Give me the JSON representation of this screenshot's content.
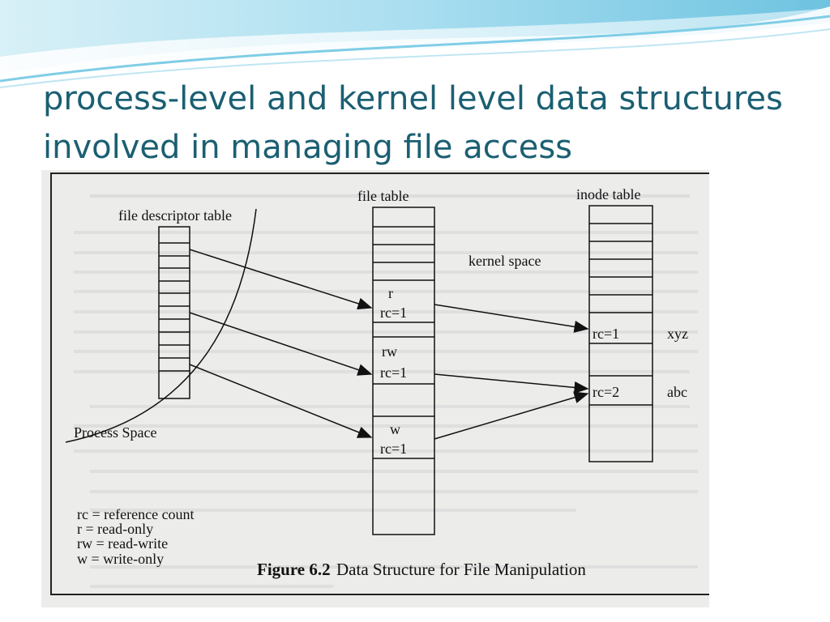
{
  "slide": {
    "title": "process-level and kernel level data structures involved in managing file access"
  },
  "figure": {
    "caption_label": "Figure 6.2",
    "caption_text": "Data Structure for File Manipulation",
    "labels": {
      "fd_table": "file descriptor table",
      "file_table": "file table",
      "inode_table": "inode table",
      "kernel_space": "kernel space",
      "process_space": "Process Space"
    },
    "file_entries": [
      {
        "mode": "r",
        "rc": "rc=1"
      },
      {
        "mode": "rw",
        "rc": "rc=1"
      },
      {
        "mode": "w",
        "rc": "rc=1"
      }
    ],
    "inode_entries": [
      {
        "rc": "rc=1",
        "name": "xyz"
      },
      {
        "rc": "rc=2",
        "name": "abc"
      }
    ],
    "legend": [
      "rc = reference count",
      "r = read-only",
      "rw = read-write",
      "w = write-only"
    ]
  },
  "colors": {
    "title": "#1b5f72",
    "swoosh_light": "#bfe6f2",
    "swoosh_mid": "#7fcde6",
    "figure_bg": "#ececea"
  }
}
